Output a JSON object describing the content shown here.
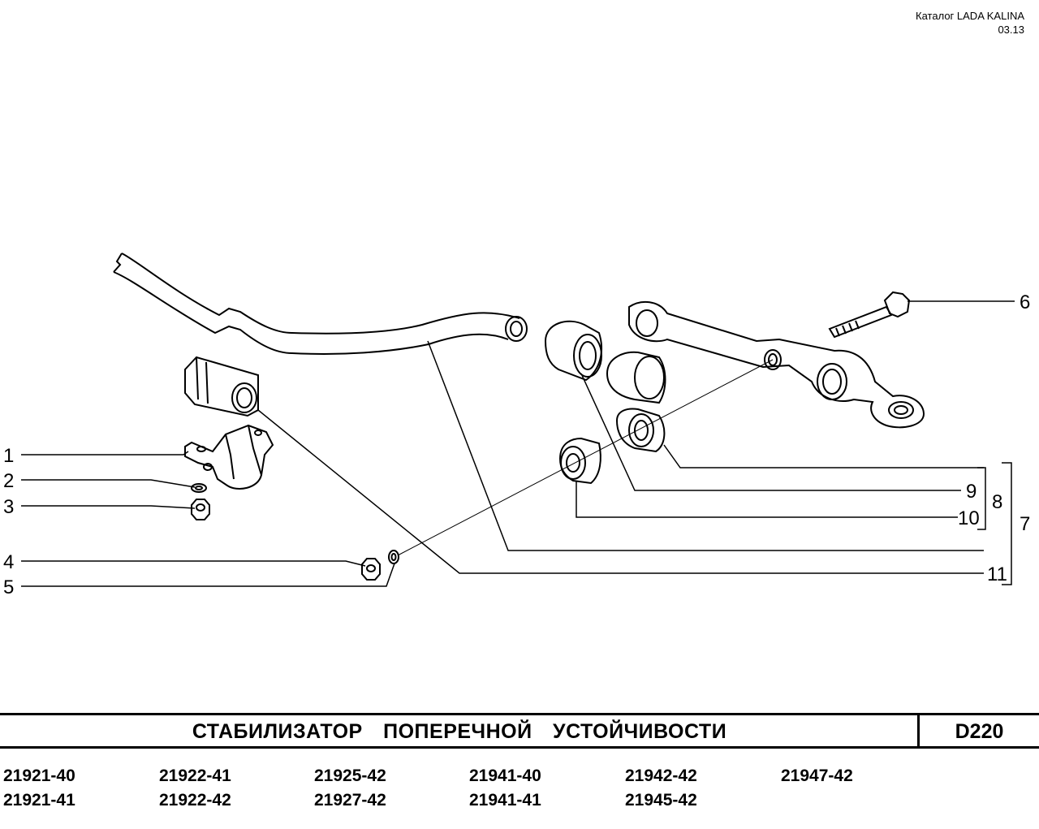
{
  "header": {
    "catalog": "Каталог LADA KALINA",
    "date": "03.13"
  },
  "callouts": [
    "1",
    "2",
    "3",
    "4",
    "5",
    "6",
    "7",
    "8",
    "9",
    "10",
    "11"
  ],
  "title": "СТАБИЛИЗАТОР ПОПЕРЕЧНОЙ УСТОЙЧИВОСТИ",
  "code": "D220",
  "models": [
    [
      "21921-40",
      "21921-41"
    ],
    [
      "21922-41",
      "21922-42"
    ],
    [
      "21925-42",
      "21927-42"
    ],
    [
      "21941-40",
      "21941-41"
    ],
    [
      "21942-42",
      "21945-42"
    ],
    [
      "21947-42"
    ]
  ]
}
